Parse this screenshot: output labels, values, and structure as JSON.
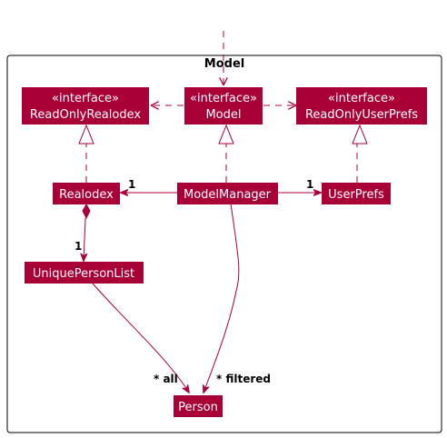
{
  "package": {
    "title": "Model"
  },
  "colors": {
    "node_fill": "#a80036",
    "stroke": "#a80036",
    "frame": "#000000",
    "text": "#ffffff"
  },
  "nodes": {
    "read_only_realodex": {
      "stereotype": "«interface»",
      "name": "ReadOnlyRealodex"
    },
    "model_interface": {
      "stereotype": "«interface»",
      "name": "Model"
    },
    "read_only_user_prefs": {
      "stereotype": "«interface»",
      "name": "ReadOnlyUserPrefs"
    },
    "realodex": {
      "name": "Realodex"
    },
    "model_manager": {
      "name": "ModelManager"
    },
    "user_prefs": {
      "name": "UserPrefs"
    },
    "unique_person_list": {
      "name": "UniquePersonList"
    },
    "person": {
      "name": "Person"
    }
  },
  "labels": {
    "mm_realodex": "1",
    "mm_userprefs": "1",
    "realodex_list": "1",
    "list_person": "* all",
    "mm_person": "* filtered"
  }
}
